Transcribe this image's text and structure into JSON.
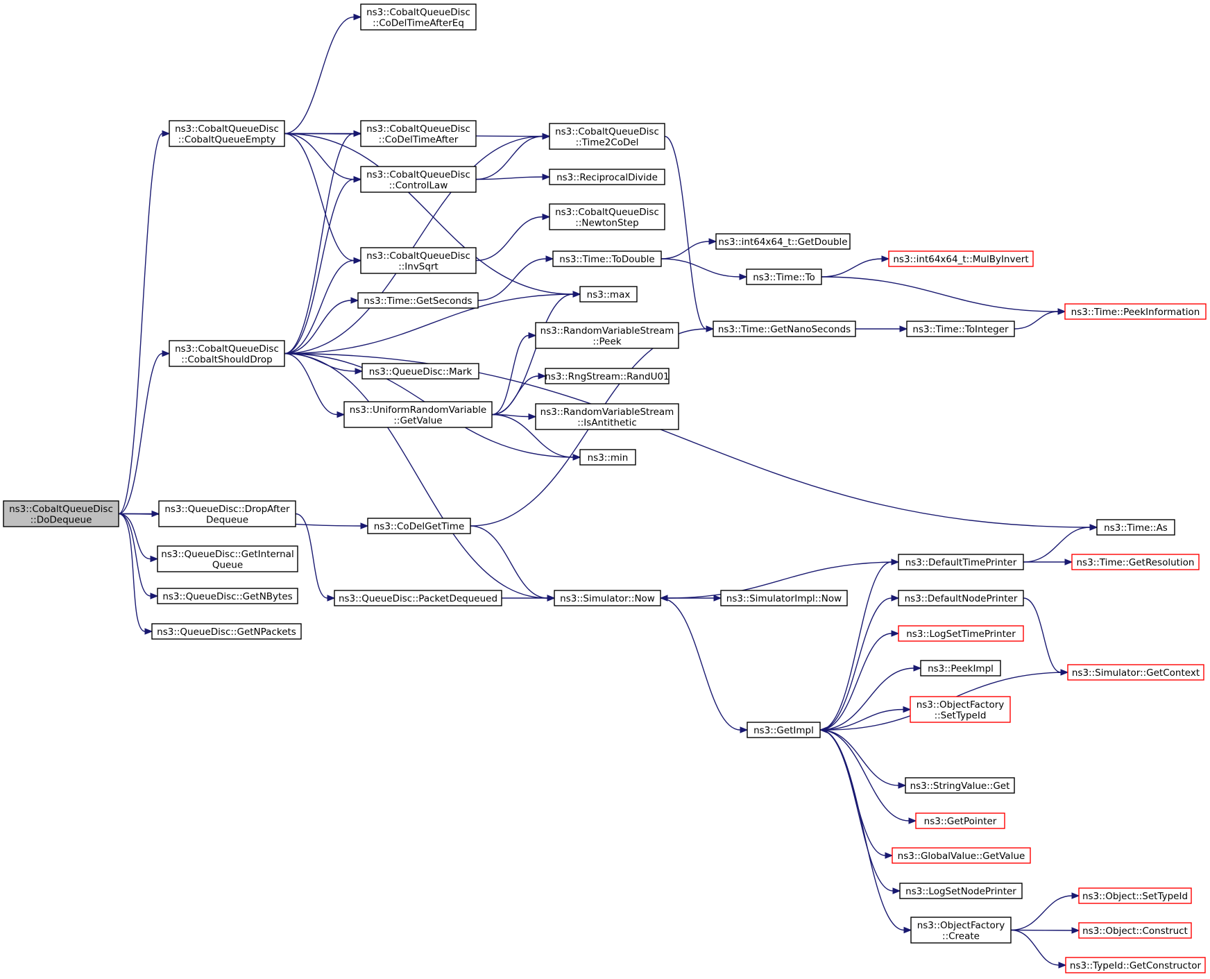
{
  "colors": {
    "edge": "#191970",
    "root_fill": "#bfbfbf",
    "node_border": "#000000",
    "truncated_border": "#ff0000",
    "background": "#ffffff"
  },
  "graph": {
    "nodes": [
      {
        "id": "dodequeue",
        "lines": [
          "ns3::CobaltQueueDisc",
          "::DoDequeue"
        ],
        "style": "root"
      },
      {
        "id": "cobaltqueueempty",
        "lines": [
          "ns3::CobaltQueueDisc",
          "::CobaltQueueEmpty"
        ],
        "style": "normal"
      },
      {
        "id": "cobaltshoulddrop",
        "lines": [
          "ns3::CobaltQueueDisc",
          "::CobaltShouldDrop"
        ],
        "style": "normal"
      },
      {
        "id": "dropafterdequeue",
        "lines": [
          "ns3::QueueDisc::DropAfter",
          "Dequeue"
        ],
        "style": "normal"
      },
      {
        "id": "getinternalqueue",
        "lines": [
          "ns3::QueueDisc::GetInternal",
          "Queue"
        ],
        "style": "normal"
      },
      {
        "id": "getnbytes",
        "lines": [
          "ns3::QueueDisc::GetNBytes"
        ],
        "style": "normal"
      },
      {
        "id": "getnpackets",
        "lines": [
          "ns3::QueueDisc::GetNPackets"
        ],
        "style": "normal"
      },
      {
        "id": "codeltimeaftereq",
        "lines": [
          "ns3::CobaltQueueDisc",
          "::CoDelTimeAfterEq"
        ],
        "style": "normal"
      },
      {
        "id": "codeltimeafter",
        "lines": [
          "ns3::CobaltQueueDisc",
          "::CoDelTimeAfter"
        ],
        "style": "normal"
      },
      {
        "id": "controllaw",
        "lines": [
          "ns3::CobaltQueueDisc",
          "::ControlLaw"
        ],
        "style": "normal"
      },
      {
        "id": "invsqrt",
        "lines": [
          "ns3::CobaltQueueDisc",
          "::InvSqrt"
        ],
        "style": "normal"
      },
      {
        "id": "timegetseconds",
        "lines": [
          "ns3::Time::GetSeconds"
        ],
        "style": "normal"
      },
      {
        "id": "queuediscmark",
        "lines": [
          "ns3::QueueDisc::Mark"
        ],
        "style": "normal"
      },
      {
        "id": "uniformgetvalue",
        "lines": [
          "ns3::UniformRandomVariable",
          "::GetValue"
        ],
        "style": "normal"
      },
      {
        "id": "codelgettime",
        "lines": [
          "ns3::CoDelGetTime"
        ],
        "style": "normal"
      },
      {
        "id": "packetdequeued",
        "lines": [
          "ns3::QueueDisc::PacketDequeued"
        ],
        "style": "normal"
      },
      {
        "id": "time2codel",
        "lines": [
          "ns3::CobaltQueueDisc",
          "::Time2CoDel"
        ],
        "style": "normal"
      },
      {
        "id": "reciprocaldivide",
        "lines": [
          "ns3::ReciprocalDivide"
        ],
        "style": "normal"
      },
      {
        "id": "newtonstep",
        "lines": [
          "ns3::CobaltQueueDisc",
          "::NewtonStep"
        ],
        "style": "normal"
      },
      {
        "id": "timetodouble",
        "lines": [
          "ns3::Time::ToDouble"
        ],
        "style": "normal"
      },
      {
        "id": "max",
        "lines": [
          "ns3::max"
        ],
        "style": "normal"
      },
      {
        "id": "rvspeek",
        "lines": [
          "ns3::RandomVariableStream",
          "::Peek"
        ],
        "style": "normal"
      },
      {
        "id": "randu01",
        "lines": [
          "ns3::RngStream::RandU01"
        ],
        "style": "normal"
      },
      {
        "id": "isantithetic",
        "lines": [
          "ns3::RandomVariableStream",
          "::IsAntithetic"
        ],
        "style": "normal"
      },
      {
        "id": "min",
        "lines": [
          "ns3::min"
        ],
        "style": "normal"
      },
      {
        "id": "simulatornow",
        "lines": [
          "ns3::Simulator::Now"
        ],
        "style": "normal"
      },
      {
        "id": "int64getdouble",
        "lines": [
          "ns3::int64x64_t::GetDouble"
        ],
        "style": "normal"
      },
      {
        "id": "timeto",
        "lines": [
          "ns3::Time::To"
        ],
        "style": "normal"
      },
      {
        "id": "getnanoseconds",
        "lines": [
          "ns3::Time::GetNanoSeconds"
        ],
        "style": "normal"
      },
      {
        "id": "simimplnow",
        "lines": [
          "ns3::SimulatorImpl::Now"
        ],
        "style": "normal"
      },
      {
        "id": "getimpl",
        "lines": [
          "ns3::GetImpl"
        ],
        "style": "normal"
      },
      {
        "id": "mulbyinvert",
        "lines": [
          "ns3::int64x64_t::MulByInvert"
        ],
        "style": "truncated"
      },
      {
        "id": "timetointeger",
        "lines": [
          "ns3::Time::ToInteger"
        ],
        "style": "normal"
      },
      {
        "id": "defaulttimeprinter",
        "lines": [
          "ns3::DefaultTimePrinter"
        ],
        "style": "normal"
      },
      {
        "id": "defaultnodeprinter",
        "lines": [
          "ns3::DefaultNodePrinter"
        ],
        "style": "normal"
      },
      {
        "id": "logsettimeprinter",
        "lines": [
          "ns3::LogSetTimePrinter"
        ],
        "style": "truncated"
      },
      {
        "id": "peekimpl",
        "lines": [
          "ns3::PeekImpl"
        ],
        "style": "normal"
      },
      {
        "id": "objfactorysettypeid",
        "lines": [
          "ns3::ObjectFactory",
          "::SetTypeId"
        ],
        "style": "truncated"
      },
      {
        "id": "stringvalueget",
        "lines": [
          "ns3::StringValue::Get"
        ],
        "style": "normal"
      },
      {
        "id": "getpointer",
        "lines": [
          "ns3::GetPointer"
        ],
        "style": "truncated"
      },
      {
        "id": "globalvaluegetvalue",
        "lines": [
          "ns3::GlobalValue::GetValue"
        ],
        "style": "truncated"
      },
      {
        "id": "logsetnodeprinter",
        "lines": [
          "ns3::LogSetNodePrinter"
        ],
        "style": "normal"
      },
      {
        "id": "objfactorycreate",
        "lines": [
          "ns3::ObjectFactory",
          "::Create"
        ],
        "style": "normal"
      },
      {
        "id": "peekinformation",
        "lines": [
          "ns3::Time::PeekInformation"
        ],
        "style": "truncated"
      },
      {
        "id": "timeas",
        "lines": [
          "ns3::Time::As"
        ],
        "style": "normal"
      },
      {
        "id": "getresolution",
        "lines": [
          "ns3::Time::GetResolution"
        ],
        "style": "truncated"
      },
      {
        "id": "getcontext",
        "lines": [
          "ns3::Simulator::GetContext"
        ],
        "style": "truncated"
      },
      {
        "id": "objectsettypeid",
        "lines": [
          "ns3::Object::SetTypeId"
        ],
        "style": "truncated"
      },
      {
        "id": "objectconstruct",
        "lines": [
          "ns3::Object::Construct"
        ],
        "style": "truncated"
      },
      {
        "id": "typeidgetconstructor",
        "lines": [
          "ns3::TypeId::GetConstructor"
        ],
        "style": "truncated"
      }
    ],
    "edges": [
      [
        "dodequeue",
        "cobaltqueueempty"
      ],
      [
        "dodequeue",
        "cobaltshoulddrop"
      ],
      [
        "dodequeue",
        "dropafterdequeue"
      ],
      [
        "dodequeue",
        "getinternalqueue"
      ],
      [
        "dodequeue",
        "getnbytes"
      ],
      [
        "dodequeue",
        "getnpackets"
      ],
      [
        "dodequeue",
        "codelgettime"
      ],
      [
        "cobaltqueueempty",
        "codeltimeaftereq"
      ],
      [
        "cobaltqueueempty",
        "codeltimeafter"
      ],
      [
        "cobaltqueueempty",
        "controllaw"
      ],
      [
        "cobaltqueueempty",
        "invsqrt"
      ],
      [
        "cobaltqueueempty",
        "time2codel"
      ],
      [
        "cobaltqueueempty",
        "max"
      ],
      [
        "cobaltshoulddrop",
        "codeltimeafter"
      ],
      [
        "cobaltshoulddrop",
        "controllaw"
      ],
      [
        "cobaltshoulddrop",
        "invsqrt"
      ],
      [
        "cobaltshoulddrop",
        "timegetseconds"
      ],
      [
        "cobaltshoulddrop",
        "queuediscmark"
      ],
      [
        "cobaltshoulddrop",
        "uniformgetvalue"
      ],
      [
        "cobaltshoulddrop",
        "time2codel"
      ],
      [
        "cobaltshoulddrop",
        "max"
      ],
      [
        "cobaltshoulddrop",
        "min"
      ],
      [
        "cobaltshoulddrop",
        "simulatornow"
      ],
      [
        "cobaltshoulddrop",
        "timeas"
      ],
      [
        "dropafterdequeue",
        "packetdequeued"
      ],
      [
        "controllaw",
        "time2codel"
      ],
      [
        "controllaw",
        "reciprocaldivide"
      ],
      [
        "invsqrt",
        "newtonstep"
      ],
      [
        "timegetseconds",
        "timetodouble"
      ],
      [
        "uniformgetvalue",
        "max"
      ],
      [
        "uniformgetvalue",
        "rvspeek"
      ],
      [
        "uniformgetvalue",
        "randu01"
      ],
      [
        "uniformgetvalue",
        "isantithetic"
      ],
      [
        "uniformgetvalue",
        "min"
      ],
      [
        "codelgettime",
        "getnanoseconds"
      ],
      [
        "codelgettime",
        "simulatornow"
      ],
      [
        "packetdequeued",
        "simulatornow"
      ],
      [
        "time2codel",
        "getnanoseconds"
      ],
      [
        "timetodouble",
        "int64getdouble"
      ],
      [
        "timetodouble",
        "timeto"
      ],
      [
        "timeto",
        "mulbyinvert"
      ],
      [
        "timeto",
        "peekinformation"
      ],
      [
        "getnanoseconds",
        "timetointeger"
      ],
      [
        "timetointeger",
        "peekinformation"
      ],
      [
        "simulatornow",
        "simimplnow"
      ],
      [
        "simulatornow",
        "getimpl"
      ],
      [
        "defaulttimeprinter",
        "simulatornow"
      ],
      [
        "defaulttimeprinter",
        "timeas"
      ],
      [
        "defaulttimeprinter",
        "getresolution"
      ],
      [
        "defaultnodeprinter",
        "getcontext"
      ],
      [
        "getcontext",
        "getimpl"
      ],
      [
        "getimpl",
        "defaulttimeprinter"
      ],
      [
        "getimpl",
        "defaultnodeprinter"
      ],
      [
        "getimpl",
        "logsettimeprinter"
      ],
      [
        "getimpl",
        "peekimpl"
      ],
      [
        "getimpl",
        "objfactorysettypeid"
      ],
      [
        "getimpl",
        "stringvalueget"
      ],
      [
        "getimpl",
        "getpointer"
      ],
      [
        "getimpl",
        "globalvaluegetvalue"
      ],
      [
        "getimpl",
        "logsetnodeprinter"
      ],
      [
        "getimpl",
        "objfactorycreate"
      ],
      [
        "objfactorycreate",
        "objectsettypeid"
      ],
      [
        "objfactorycreate",
        "objectconstruct"
      ],
      [
        "objfactorycreate",
        "typeidgetconstructor"
      ]
    ]
  }
}
